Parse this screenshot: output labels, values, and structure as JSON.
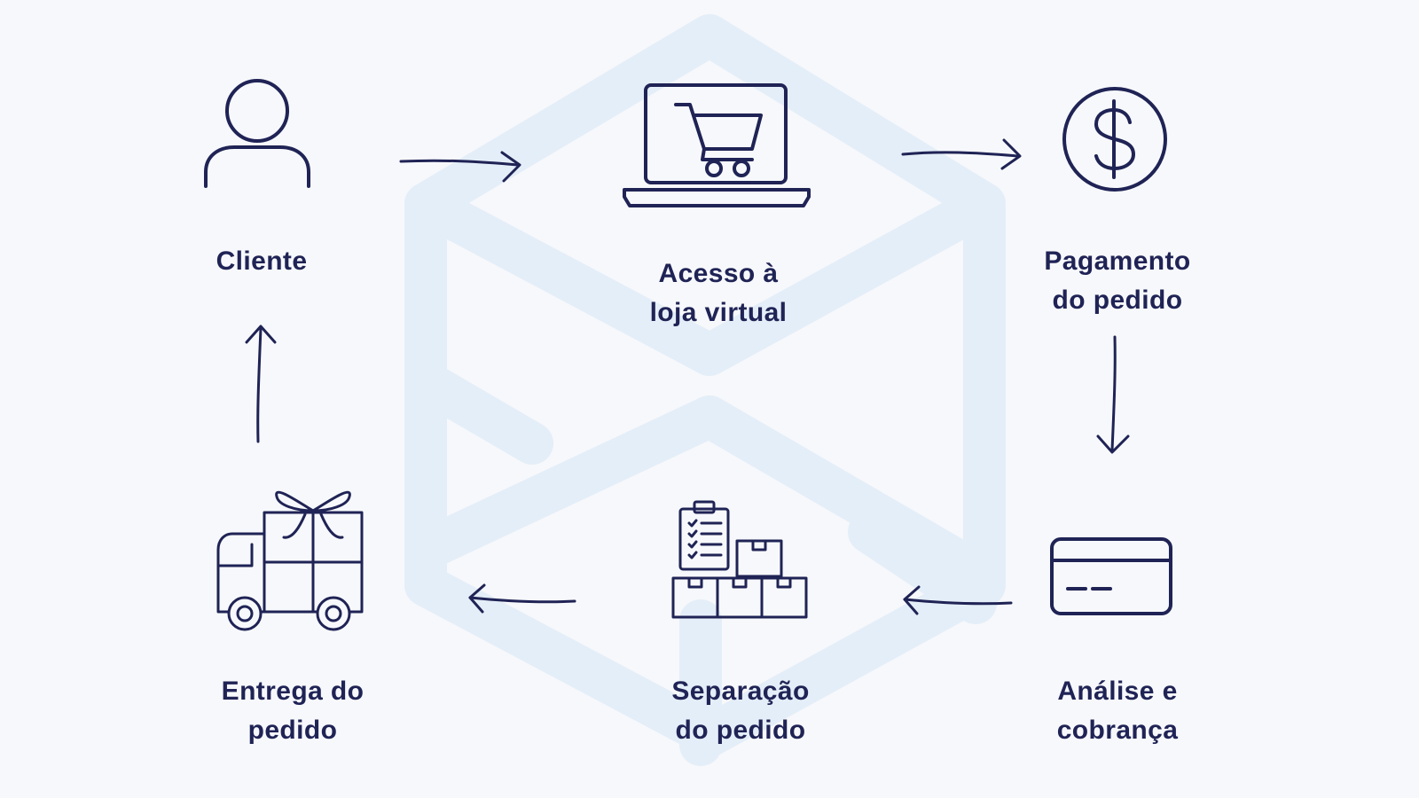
{
  "colors": {
    "background": "#f7f8fb",
    "stroke": "#1f2355",
    "watermark": "#e4eef8"
  },
  "steps": [
    {
      "id": "cliente",
      "icon": "person-icon",
      "lines": [
        "Cliente"
      ]
    },
    {
      "id": "acesso",
      "icon": "laptop-cart-icon",
      "lines": [
        "Acesso à",
        "loja virtual"
      ]
    },
    {
      "id": "pagamento",
      "icon": "dollar-coin-icon",
      "lines": [
        "Pagamento",
        "do pedido"
      ]
    },
    {
      "id": "analise",
      "icon": "credit-card-icon",
      "lines": [
        "Análise e",
        "cobrança"
      ]
    },
    {
      "id": "separacao",
      "icon": "clipboard-boxes-icon",
      "lines": [
        "Separação",
        "do pedido"
      ]
    },
    {
      "id": "entrega",
      "icon": "gift-truck-icon",
      "lines": [
        "Entrega do",
        "pedido"
      ]
    }
  ],
  "flow": [
    {
      "from": "cliente",
      "to": "acesso"
    },
    {
      "from": "acesso",
      "to": "pagamento"
    },
    {
      "from": "pagamento",
      "to": "analise"
    },
    {
      "from": "analise",
      "to": "separacao"
    },
    {
      "from": "separacao",
      "to": "entrega"
    },
    {
      "from": "entrega",
      "to": "cliente"
    }
  ]
}
